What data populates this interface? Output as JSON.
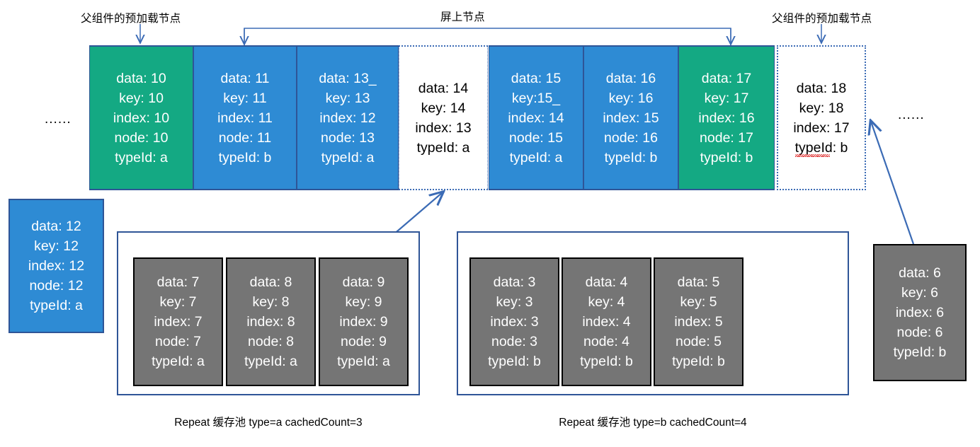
{
  "annotations": {
    "left_preload_label": "父组件的预加载节点",
    "center_onscreen_label": "屏上节点",
    "right_preload_label": "父组件的预加载节点",
    "left_ellipsis": "......",
    "right_ellipsis": "......"
  },
  "colors": {
    "green": "#14a983",
    "blue": "#2e8bd4",
    "gray": "#757575",
    "white": "#ffffff",
    "border_blue": "#2f5597",
    "arrow_blue": "#3b6bb5",
    "spellcheck_red": "#e03131"
  },
  "main_row": {
    "cards": [
      {
        "style": "green",
        "data": "data: 10",
        "key": "key: 10",
        "index": "index: 10",
        "node": "node: 10",
        "typeId": "typeId: a"
      },
      {
        "style": "blue",
        "data": "data: 11",
        "key": "key: 11",
        "index": "index: 11",
        "node": "node: 11",
        "typeId": "typeId: b"
      },
      {
        "style": "blue",
        "data": "data: 13_",
        "key": "key: 13",
        "index": "index: 12",
        "node": "node: 13",
        "typeId": "typeId: a"
      },
      {
        "style": "white",
        "data": "data: 14",
        "key": "key: 14",
        "index": "index: 13",
        "node": "",
        "typeId": "typeId: a"
      },
      {
        "style": "blue",
        "data": "data: 15",
        "key": "key:15_",
        "index": "index: 14",
        "node": "node: 15",
        "typeId": "typeId: a"
      },
      {
        "style": "blue",
        "data": "data: 16",
        "key": "key: 16",
        "index": "index: 15",
        "node": "node: 16",
        "typeId": "typeId: b"
      },
      {
        "style": "green",
        "data": "data: 17",
        "key": "key: 17",
        "index": "index: 16",
        "node": "node: 17",
        "typeId": "typeId: b"
      },
      {
        "style": "white-dotted",
        "data": "data: 18",
        "key": "key: 18",
        "index": "index: 17",
        "node": "",
        "typeId": "typeId: b"
      }
    ]
  },
  "detached_left_card": {
    "style": "blue-solo",
    "data": "data: 12",
    "key": "key: 12",
    "index": "index: 12",
    "node": "node: 12",
    "typeId": "typeId: a"
  },
  "detached_right_card": {
    "style": "gray",
    "data": "data: 6",
    "key": "key: 6",
    "index": "index: 6",
    "node": "node: 6",
    "typeId": "typeId: b"
  },
  "pool_a": {
    "caption": "Repeat 缓存池 type=a  cachedCount=3",
    "cards": [
      {
        "data": "data: 7",
        "key": "key: 7",
        "index": "index: 7",
        "node": "node: 7",
        "typeId": "typeId: a"
      },
      {
        "data": "data: 8",
        "key": "key: 8",
        "index": "index: 8",
        "node": "node: 8",
        "typeId": "typeId: a"
      },
      {
        "data": "data: 9",
        "key": "key: 9",
        "index": "index: 9",
        "node": "node: 9",
        "typeId": "typeId: a"
      }
    ]
  },
  "pool_b": {
    "caption": "Repeat 缓存池 type=b  cachedCount=4",
    "cards": [
      {
        "data": "data: 3",
        "key": "key: 3",
        "index": "index: 3",
        "node": "node: 3",
        "typeId": "typeId: b"
      },
      {
        "data": "data: 4",
        "key": "key: 4",
        "index": "index: 4",
        "node": "node: 4",
        "typeId": "typeId: b"
      },
      {
        "data": "data: 5",
        "key": "key: 5",
        "index": "index: 5",
        "node": "node: 5",
        "typeId": "typeId: b"
      }
    ]
  }
}
